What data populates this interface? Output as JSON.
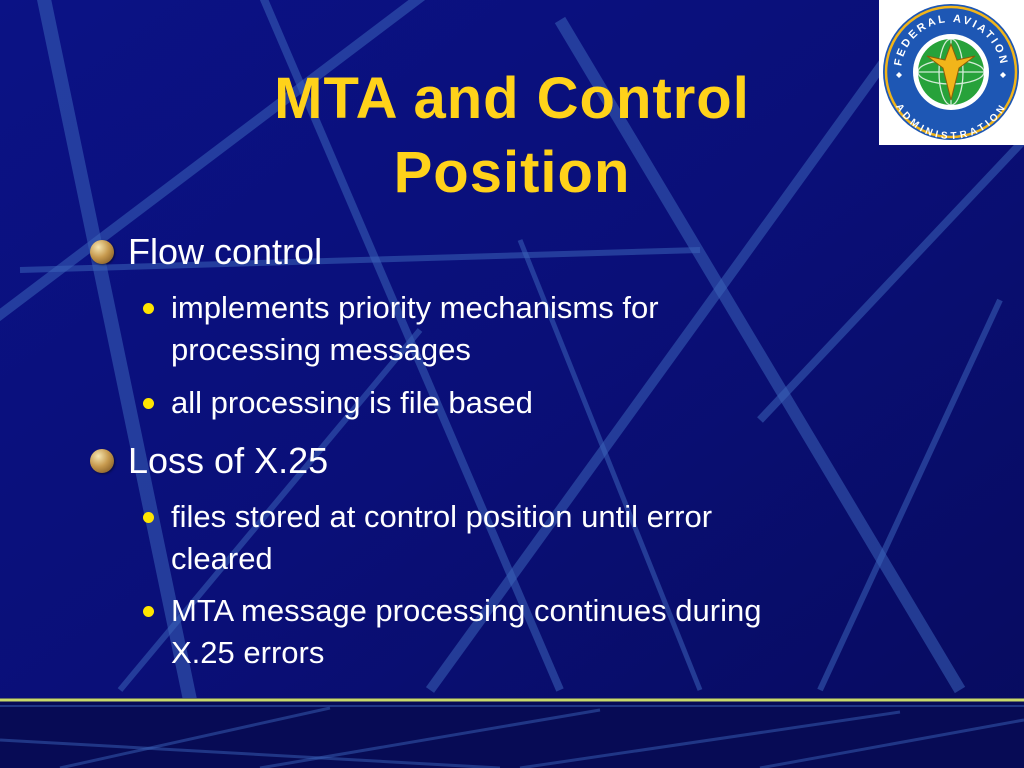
{
  "slide": {
    "title_line1": "MTA and Control",
    "title_line2": "Position",
    "colors": {
      "background": "#0a0f7a",
      "title": "#ffd21a",
      "text": "#ffffff",
      "sub_bullet": "#ffe500",
      "accent_line": "#c9d96a"
    },
    "logo": {
      "text_top": "FEDERAL AVIATION",
      "text_bottom": "ADMINISTRATION",
      "icon": "faa-seal-icon"
    },
    "bullets": [
      {
        "text": "Flow control",
        "icon": "bronze-ball-bullet-icon",
        "sub": [
          {
            "line1": "implements priority mechanisms for",
            "line2": "processing messages"
          },
          {
            "line1": "all processing is file based"
          }
        ]
      },
      {
        "text": "Loss of X.25",
        "icon": "bronze-ball-bullet-icon",
        "sub": [
          {
            "line1": "files stored at control position until error",
            "line2": "cleared"
          },
          {
            "line1": "MTA message processing continues during",
            "line2": "X.25 errors"
          }
        ]
      }
    ]
  }
}
